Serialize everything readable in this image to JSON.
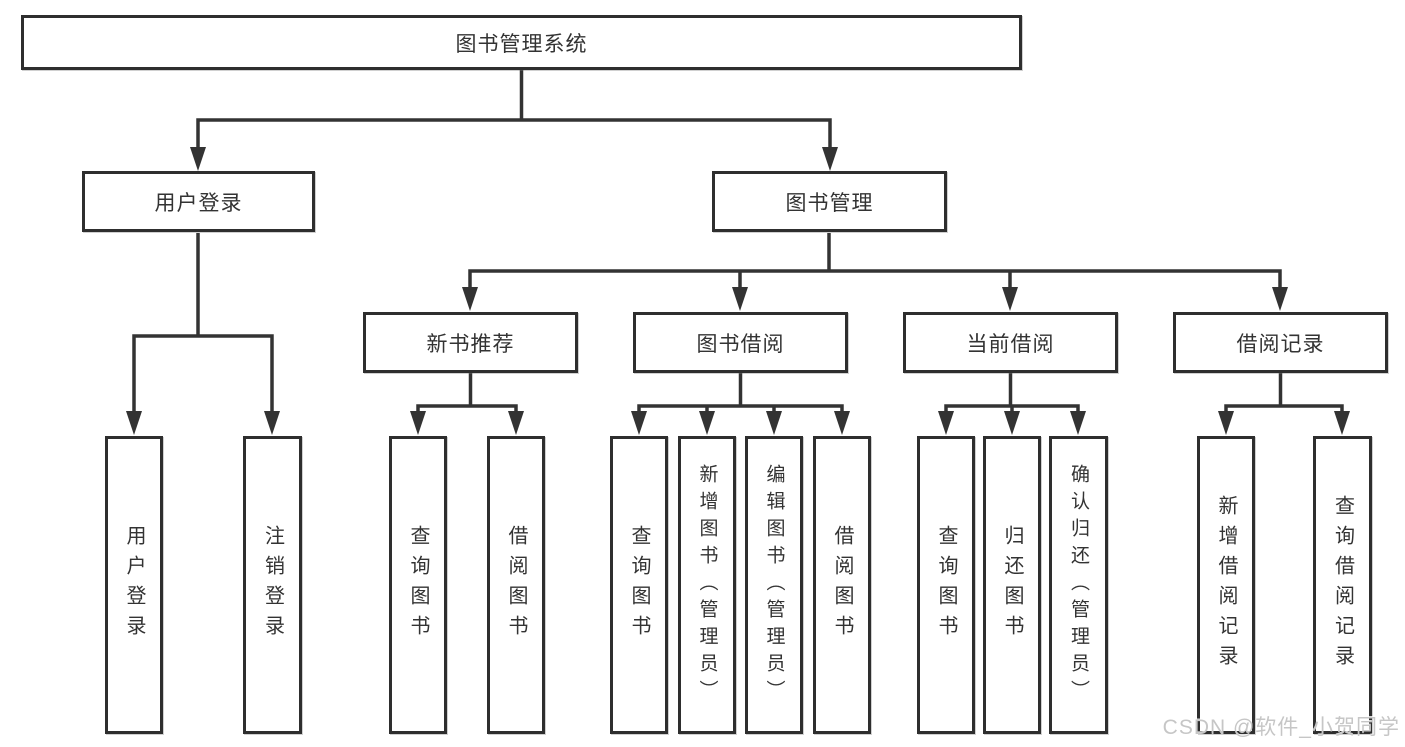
{
  "diagram": {
    "root": {
      "label": "图书管理系统"
    },
    "branches": [
      {
        "label": "用户登录",
        "children": [
          {
            "label": "用户登录"
          },
          {
            "label": "注销登录"
          }
        ]
      },
      {
        "label": "图书管理",
        "children": [
          {
            "label": "新书推荐",
            "children": [
              {
                "label": "查询图书"
              },
              {
                "label": "借阅图书"
              }
            ]
          },
          {
            "label": "图书借阅",
            "children": [
              {
                "label": "查询图书"
              },
              {
                "label": "新增图书（管理员）"
              },
              {
                "label": "编辑图书（管理员）"
              },
              {
                "label": "借阅图书"
              }
            ]
          },
          {
            "label": "当前借阅",
            "children": [
              {
                "label": "查询图书"
              },
              {
                "label": "归还图书"
              },
              {
                "label": "确认归还（管理员）"
              }
            ]
          },
          {
            "label": "借阅记录",
            "children": [
              {
                "label": "新增借阅记录"
              },
              {
                "label": "查询借阅记录"
              }
            ]
          }
        ]
      }
    ]
  },
  "watermark": {
    "text": "CSDN @软件_小贺同学"
  },
  "colors": {
    "line": "#333333",
    "box_border": "#2e2e2e",
    "box_fill": "#ffffff",
    "text": "#333333",
    "watermark": "#c6c6c6",
    "background": "#ffffff"
  }
}
